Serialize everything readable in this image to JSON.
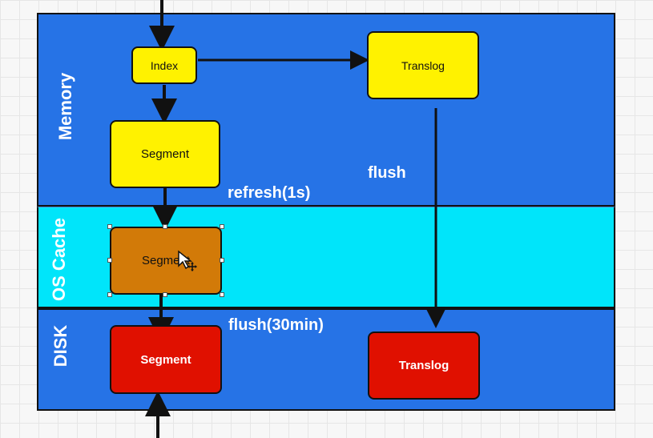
{
  "zones": {
    "memory": "Memory",
    "os_cache": "OS Cache",
    "disk": "DISK"
  },
  "nodes": {
    "index": "Index",
    "memory_translog": "Translog",
    "memory_segment": "Segment",
    "cache_segment": "Segment",
    "disk_segment": "Segment",
    "disk_translog": "Translog"
  },
  "edge_labels": {
    "flush": "flush",
    "refresh": "refresh(1s)",
    "flush_30min": "flush(30min)"
  },
  "colors": {
    "memory_zone": "#2673e6",
    "cache_zone": "#00e5fa",
    "disk_zone": "#2673e6",
    "memory_node": "#fff200",
    "cache_node": "#d27a08",
    "disk_node": "#e01000"
  },
  "icons": {
    "cursor": "pointer-move-cursor-icon"
  }
}
